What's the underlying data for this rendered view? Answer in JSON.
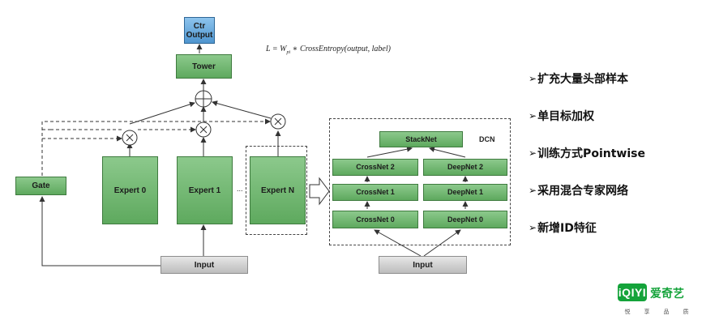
{
  "diagram": {
    "ctr_output": "Ctr\nOutput",
    "tower": "Tower",
    "formula": "L = W_pi ∗ CrossEntropy(output, label)",
    "formula_main": "L = W",
    "formula_sub": "pi",
    "formula_rest": " ∗ CrossEntropy(output, label)",
    "gate": "Gate",
    "experts": [
      "Expert 0",
      "Expert 1",
      "Expert N"
    ],
    "ellipsis": "...",
    "input_left": "Input",
    "input_right": "Input",
    "dcn_label": "DCN",
    "stacknet": "StackNet",
    "crossnets": [
      "CrossNet 2",
      "CrossNet 1",
      "CrossNet 0"
    ],
    "deepnets": [
      "DeepNet 2",
      "DeepNet 1",
      "DeepNet 0"
    ],
    "plus_symbol": "+",
    "times_symbol": "×"
  },
  "bullets": [
    "扩充大量头部样本",
    "单目标加权",
    "训练方式Pointwise",
    "采用混合专家网络",
    "新增ID特征"
  ],
  "bullet_marker": "➢",
  "logo": {
    "mark": "iQIYI",
    "name": "爱奇艺",
    "tagline": [
      "悦",
      "享",
      "品",
      "质"
    ]
  },
  "colors": {
    "green": "#5ea95e",
    "blue": "#4f95cf",
    "gray": "#bdbdbd",
    "brand_green": "#14a33a"
  }
}
